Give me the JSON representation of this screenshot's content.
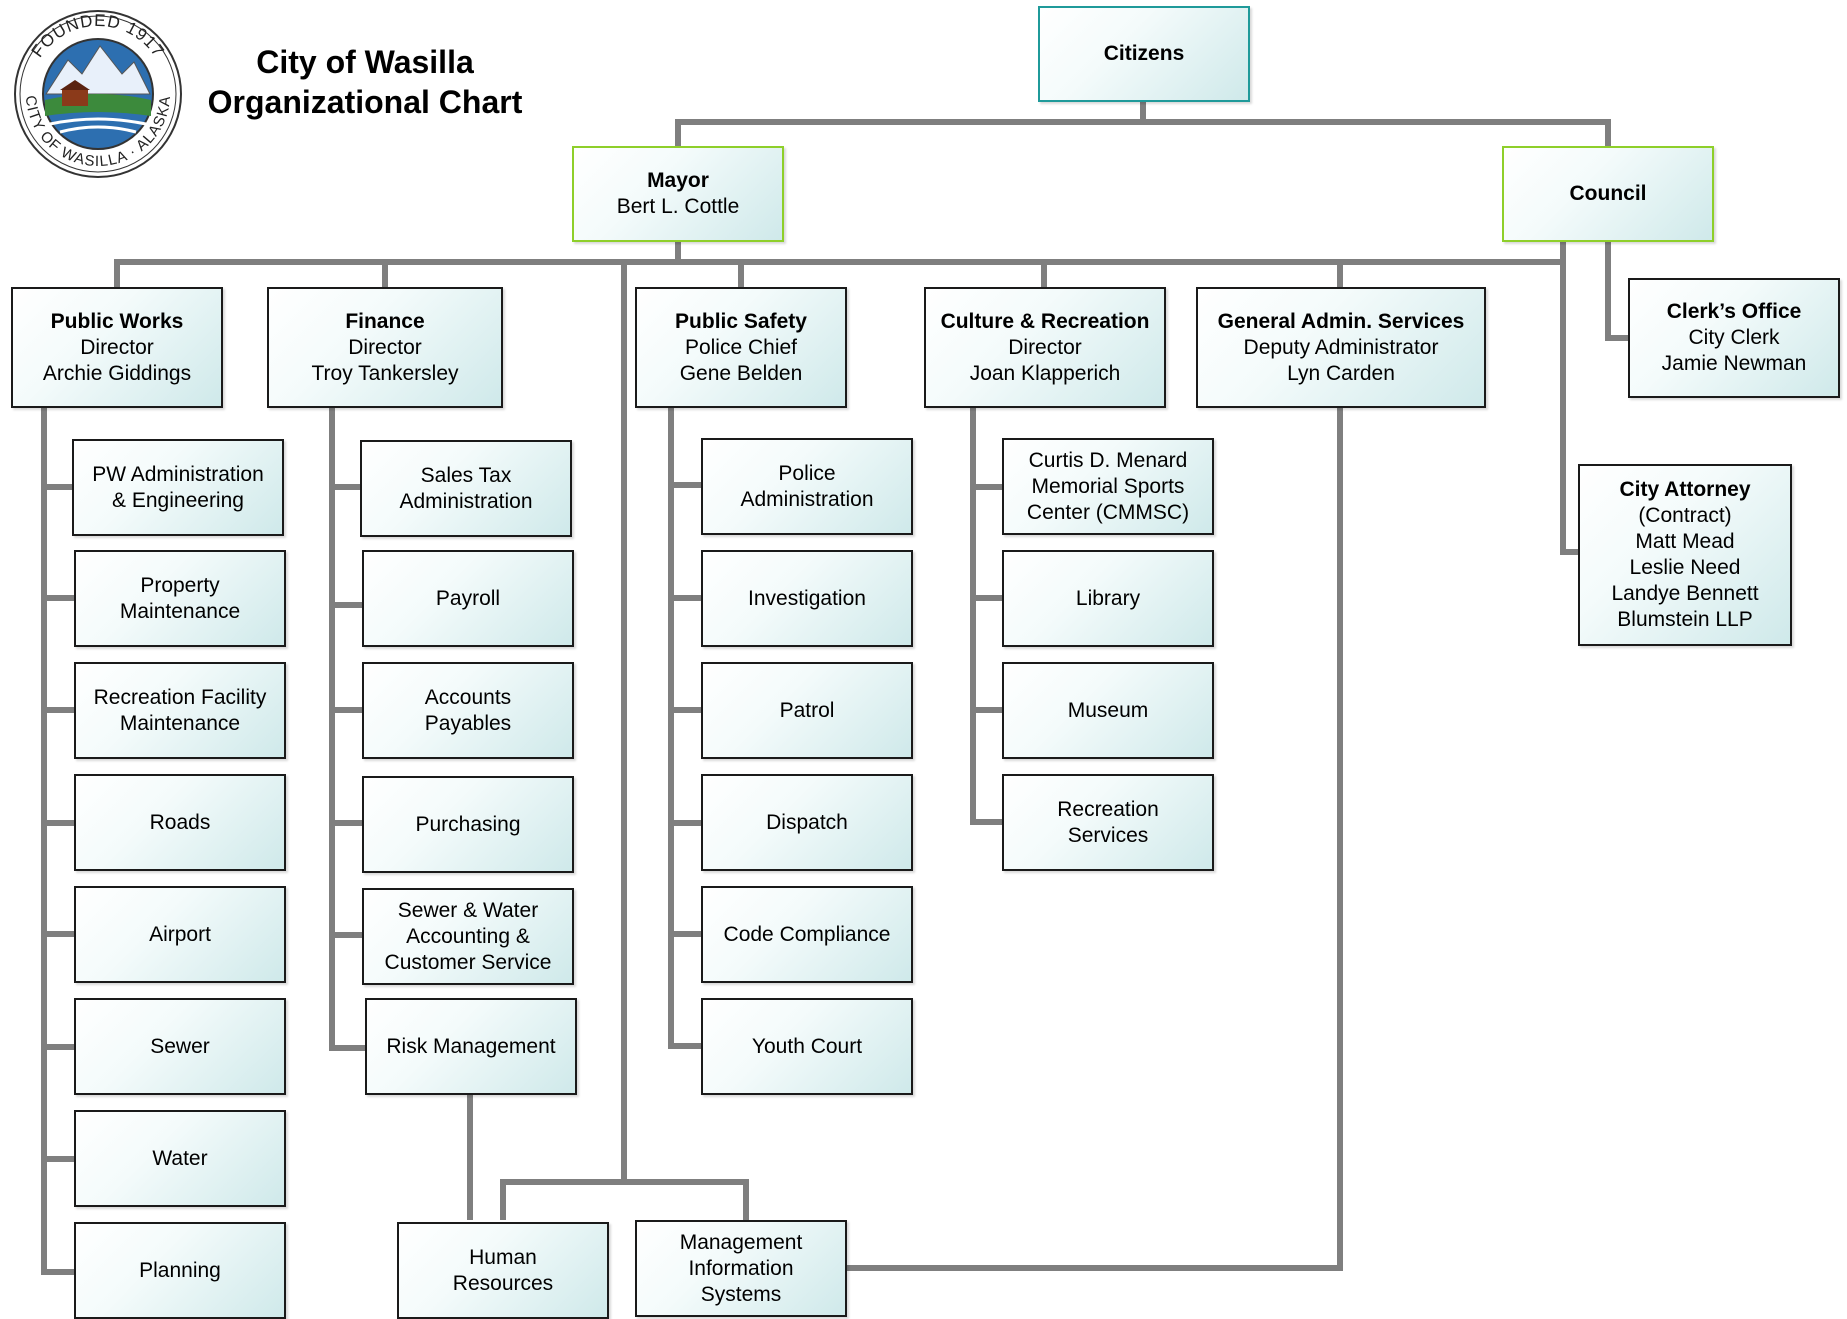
{
  "header": {
    "title_line1": "City of Wasilla",
    "title_line2": "Organizational Chart",
    "seal": {
      "text_top": "FOUNDED 1917",
      "text_bottom": "CITY OF WASILLA · ALASKA"
    }
  },
  "colors": {
    "connector": "#7f7f7f",
    "top_border": "#1f9a9a",
    "lead_border": "#8ecf2a",
    "box_fill_end": "#cfe9ea"
  },
  "nodes": {
    "citizens": {
      "title": "Citizens"
    },
    "mayor": {
      "title": "Mayor",
      "l1": "Bert L. Cottle"
    },
    "council": {
      "title": "Council"
    },
    "public_works": {
      "title": "Public Works",
      "l1": "Director",
      "l2": "Archie Giddings"
    },
    "finance": {
      "title": "Finance",
      "l1": "Director",
      "l2": "Troy Tankersley"
    },
    "public_safety": {
      "title": "Public Safety",
      "l1": "Police Chief",
      "l2": "Gene Belden"
    },
    "culture": {
      "title": "Culture & Recreation",
      "l1": "Director",
      "l2": "Joan Klapperich"
    },
    "gas": {
      "title": "General Admin. Services",
      "l1": "Deputy Administrator",
      "l2": "Lyn Carden"
    },
    "clerk": {
      "title": "Clerk’s Office",
      "l1": "City Clerk",
      "l2": "Jamie Newman"
    },
    "attorney": {
      "title": "City Attorney",
      "l1": "(Contract)",
      "l2": "Matt Mead",
      "l3": "Leslie Need",
      "l4": "Landye Bennett",
      "l5": "Blumstein LLP"
    },
    "pw1": {
      "l1": "PW Administration",
      "l2": "& Engineering"
    },
    "pw2": {
      "l1": "Property",
      "l2": "Maintenance"
    },
    "pw3": {
      "l1": "Recreation Facility",
      "l2": "Maintenance"
    },
    "pw4": {
      "l1": "Roads"
    },
    "pw5": {
      "l1": "Airport"
    },
    "pw6": {
      "l1": "Sewer"
    },
    "pw7": {
      "l1": "Water"
    },
    "pw8": {
      "l1": "Planning"
    },
    "fin1": {
      "l1": "Sales Tax",
      "l2": "Administration"
    },
    "fin2": {
      "l1": "Payroll"
    },
    "fin3": {
      "l1": "Accounts",
      "l2": "Payables"
    },
    "fin4": {
      "l1": "Purchasing"
    },
    "fin5": {
      "l1": "Sewer & Water",
      "l2": "Accounting &",
      "l3": "Customer Service"
    },
    "fin6": {
      "l1": "Risk Management"
    },
    "ps1": {
      "l1": "Police",
      "l2": "Administration"
    },
    "ps2": {
      "l1": "Investigation"
    },
    "ps3": {
      "l1": "Patrol"
    },
    "ps4": {
      "l1": "Dispatch"
    },
    "ps5": {
      "l1": "Code Compliance"
    },
    "ps6": {
      "l1": "Youth Court"
    },
    "cr1": {
      "l1": "Curtis D. Menard",
      "l2": "Memorial Sports",
      "l3": "Center (CMMSC)"
    },
    "cr2": {
      "l1": "Library"
    },
    "cr3": {
      "l1": "Museum"
    },
    "cr4": {
      "l1": "Recreation",
      "l2": "Services"
    },
    "hr": {
      "l1": "Human",
      "l2": "Resources"
    },
    "mis": {
      "l1": "Management",
      "l2": "Information",
      "l3": "Systems"
    }
  }
}
